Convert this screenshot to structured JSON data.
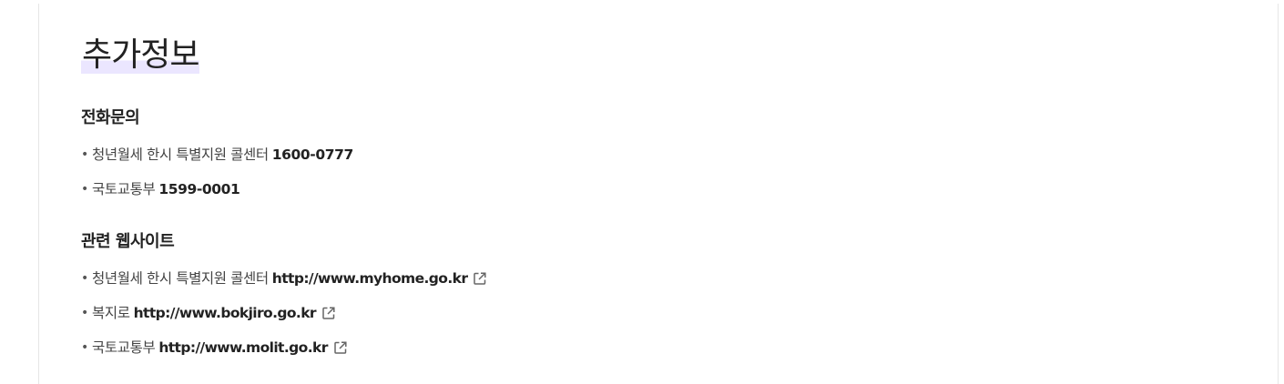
{
  "title": "추가정보",
  "phone_section": {
    "heading": "전화문의",
    "items": [
      {
        "label": "청년월세 한시 특별지원 콜센터",
        "value": "1600-0777"
      },
      {
        "label": "국토교통부",
        "value": "1599-0001"
      }
    ]
  },
  "website_section": {
    "heading": "관련 웹사이트",
    "items": [
      {
        "label": "청년월세 한시 특별지원 콜센터",
        "url": "http://www.myhome.go.kr",
        "icon": "external-link-icon"
      },
      {
        "label": "복지로",
        "url": "http://www.bokjiro.go.kr",
        "icon": "external-link-icon"
      },
      {
        "label": "국토교통부",
        "url": "http://www.molit.go.kr",
        "icon": "external-link-icon"
      }
    ]
  },
  "bullet": "•",
  "colors": {
    "title_highlight": "#ebe6ff",
    "text": "#333333",
    "border": "#e6e6e6"
  }
}
